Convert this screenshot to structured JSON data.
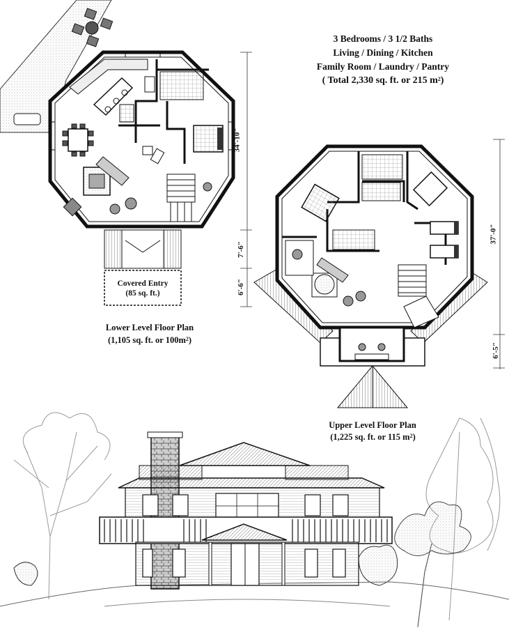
{
  "summary": {
    "line1": "3 Bedrooms / 3 1/2 Baths",
    "line2": "Living / Dining / Kitchen",
    "line3": "Family Room / Laundry / Pantry",
    "line4": "( Total 2,330 sq. ft.  or 215 m",
    "line4_sup": "2",
    "line4_end": ")"
  },
  "lower_plan": {
    "title": "Lower Level Floor Plan",
    "area": "(1,105 sq. ft. or 100m",
    "area_sup": "2",
    "area_end": ")",
    "entry_label": "Covered Entry",
    "entry_area": "(85 sq. ft.)",
    "dim_height": "34'-10\"",
    "dim_entry": "7'-6\"",
    "dim_porch": "6'-6\""
  },
  "upper_plan": {
    "title": "Upper Level Floor Plan",
    "area": "(1,225 sq. ft. or 115 m",
    "area_sup": "2",
    "area_end": ")",
    "dim_height": "37'-0\"",
    "dim_deck": "6'-5\""
  },
  "colors": {
    "line": "#111111",
    "hatch": "#555555",
    "fill_light": "#e8e8e8",
    "tree": "#8a8a8a"
  }
}
